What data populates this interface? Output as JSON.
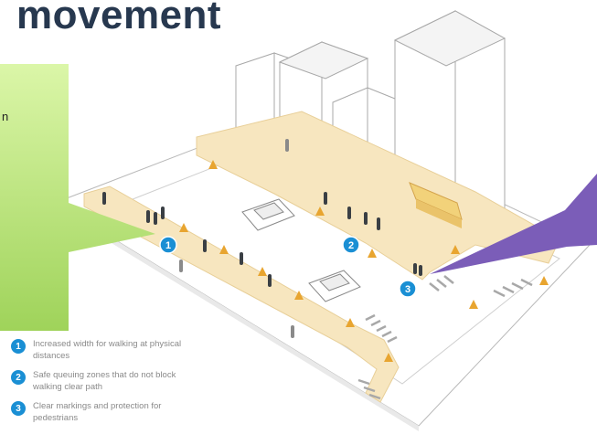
{
  "title": "movement",
  "callout_fragment": "n",
  "markers": [
    "1",
    "2",
    "3"
  ],
  "legend": [
    {
      "number": "1",
      "text": "Increased width for walking at physical distances"
    },
    {
      "number": "2",
      "text": "Safe queuing zones that do not block walking clear path"
    },
    {
      "number": "3",
      "text": "Clear markings and protection for pedestrians"
    }
  ],
  "colors": {
    "title": "#27384f",
    "green_callout": "#b4e57a",
    "purple_callout": "#7b5db8",
    "path": "#f7e6bf",
    "marker": "#1a8fd4",
    "cone": "#e8a530",
    "awning": "#f2d27a"
  }
}
